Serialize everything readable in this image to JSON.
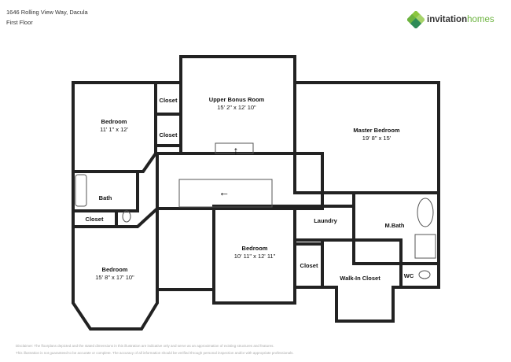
{
  "header": {
    "address": "1646 Rolling View Way, Dacula",
    "floor": "First Floor"
  },
  "logo": {
    "brand_a": "invitation",
    "brand_b": "homes",
    "color_dark": "#2e8b57",
    "color_light": "#8cc63f"
  },
  "rooms": [
    {
      "name": "Upper Bonus Room",
      "dims": "15' 2\" x 12' 10\""
    },
    {
      "name": "Master Bedroom",
      "dims": "19' 8\" x 15'"
    },
    {
      "name": "Bedroom",
      "dims": "11' 1\" x 12'"
    },
    {
      "name": "Bedroom",
      "dims": "15' 8\" x 17' 10\""
    },
    {
      "name": "Bedroom",
      "dims": "10' 11\" x 12' 11\""
    },
    {
      "name": "Closet"
    },
    {
      "name": "Closet"
    },
    {
      "name": "Closet"
    },
    {
      "name": "Closet"
    },
    {
      "name": "Bath"
    },
    {
      "name": "Laundry"
    },
    {
      "name": "M.Bath"
    },
    {
      "name": "Walk-In Closet"
    },
    {
      "name": "WC"
    }
  ],
  "disclaimer": {
    "line1": "Disclaimer: The floorplans depicted and the stated dimensions in this illustration are indicative only and serve as an approximation of existing structures and features.",
    "line2": "This illustration is not guaranteed to be accurate or complete. The accuracy of all information should be verified through personal inspection and/or with appropriate professionals."
  }
}
